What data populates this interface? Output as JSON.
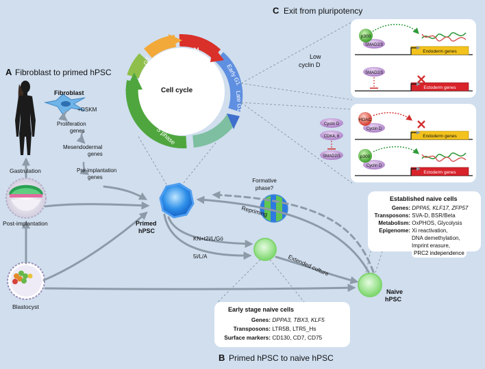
{
  "panel_a": {
    "letter": "A",
    "title": "Fibroblast to primed hPSC",
    "fibroblast": "Fibroblast",
    "oskm": "+OSKM",
    "steps": [
      "Proliferation",
      "genes",
      "Mesendodermal",
      "genes",
      "Pre-implantation",
      "genes"
    ],
    "gastrulation": "Gastrulation",
    "post_implantation": "Post-implantation",
    "blastocyst": "Blastocyst"
  },
  "panel_b": {
    "letter": "B",
    "title": "Primed hPSC to naive hPSC",
    "kn_label": "KN+t2i/L/Gö",
    "five_label": "5i/L/A",
    "extended": "Extended culture",
    "repriming": "Repriming",
    "formative": [
      "Formative",
      "phase?"
    ],
    "primed": [
      "Primed",
      "hPSC"
    ],
    "naive": [
      "Naive",
      "hPSC"
    ],
    "early_box": {
      "title": "Early stage naive cells",
      "genes_key": "Genes:",
      "genes_val": "DPPA3, TBX3, KLF5",
      "transposons_key": "Transposons:",
      "transposons_val": "LTR5B, LTR5_Hs",
      "surface_key": "Surface markers:",
      "surface_val": "CD130, CD7, CD75"
    },
    "established_box": {
      "title": "Established naive cells",
      "genes_key": "Genes:",
      "genes_val": "DPPA5, KLF17, ZFP57",
      "transposons_key": "Transposons:",
      "transposons_val": "SVA-D, BSR/Beta",
      "metabolism_key": "Metabolism:",
      "metabolism_val": "OxPHOS, Glycolysis",
      "epigenome_key": "Epigenome:",
      "epigenome_vals": [
        "Xi reactivation,",
        "DNA demethylation,",
        "Imprint erasure,",
        "PRC2 independence"
      ]
    }
  },
  "panel_c": {
    "letter": "C",
    "title": "Exit from pluripotency",
    "low_cyclin": [
      "Low",
      "cyclin D"
    ],
    "p300": "p300",
    "smad": "SMAD2/3",
    "hdac": "HDAC",
    "cyclin_d": "Cyclin D",
    "cdk": "CDK4, 6",
    "endoderm": "Endoderm genes",
    "ectoderm": "Ectoderm genes"
  },
  "cell_cycle": {
    "title": "Cell cycle",
    "phases": [
      "G2",
      "M",
      "Early G1",
      "Late G1",
      "S phase"
    ]
  },
  "colors": {
    "background": "#d0deee",
    "arrow": "#8d9aa8",
    "g2": "#f2a93a",
    "m": "#d9302a",
    "g1": "#3f6fcc",
    "s": "#4fa63e",
    "endoderm": "#f3c21c",
    "ectoderm": "#d8232b"
  }
}
